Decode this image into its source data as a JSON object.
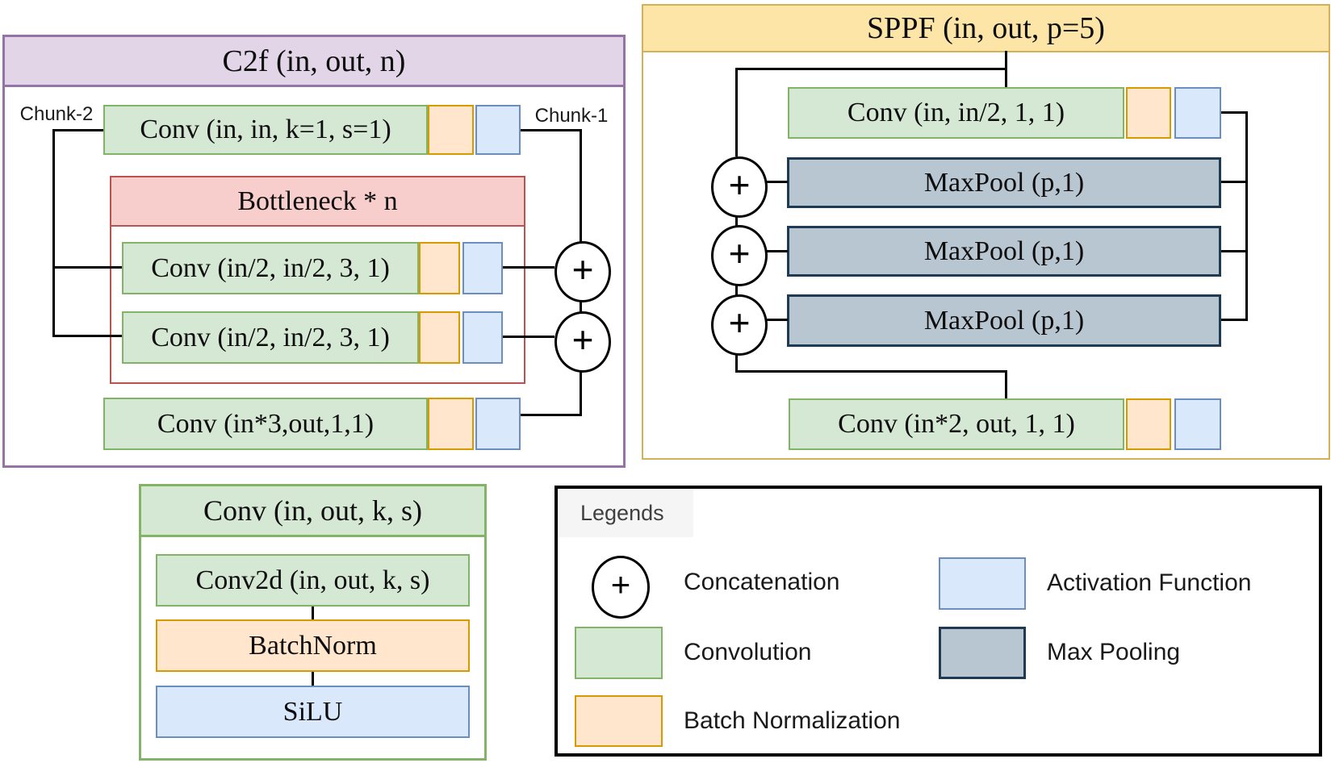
{
  "c2f": {
    "title": "C2f (in, out, n)",
    "chunk2_label": "Chunk-2",
    "chunk1_label": "Chunk-1",
    "conv_top_label": "Conv (in, in, k=1, s=1)",
    "bottleneck_title": "Bottleneck * n",
    "bottleneck_conv1_label": "Conv (in/2, in/2, 3, 1)",
    "bottleneck_conv2_label": "Conv (in/2, in/2, 3, 1)",
    "conv_out_label": "Conv (in*3,out,1,1)",
    "plus_symbol": "+"
  },
  "sppf": {
    "title": "SPPF (in, out, p=5)",
    "conv_in_label": "Conv (in, in/2, 1, 1)",
    "maxpool1_label": "MaxPool (p,1)",
    "maxpool2_label": "MaxPool (p,1)",
    "maxpool3_label": "MaxPool (p,1)",
    "conv_out_label": "Conv (in*2, out, 1, 1)",
    "plus_symbol": "+"
  },
  "conv_block": {
    "title": "Conv (in, out, k, s)",
    "conv2d_label": "Conv2d (in, out, k, s)",
    "batchnorm_label": "BatchNorm",
    "silu_label": "SiLU"
  },
  "legends": {
    "title": "Legends",
    "plus_symbol": "+",
    "concatenation_label": "Concatenation",
    "convolution_label": "Convolution",
    "batch_normalization_label": "Batch Normalization",
    "activation_function_label": "Activation Function",
    "max_pooling_label": "Max Pooling"
  },
  "colors": {
    "convolution_fill": "#d5e8d4",
    "convolution_stroke": "#82b366",
    "batch_norm_fill": "#ffe6cc",
    "batch_norm_stroke": "#d79b00",
    "activation_fill": "#dae8fc",
    "activation_stroke": "#6c8ebf",
    "max_pool_fill": "#b8c6d1",
    "max_pool_stroke": "#1f3b54",
    "c2f_header_fill": "#e1d5e7",
    "c2f_stroke": "#9673a6",
    "sppf_header_fill": "#fce5a6",
    "sppf_stroke": "#d4b159",
    "bottleneck_fill": "#f8cecc",
    "bottleneck_stroke": "#b85450"
  }
}
